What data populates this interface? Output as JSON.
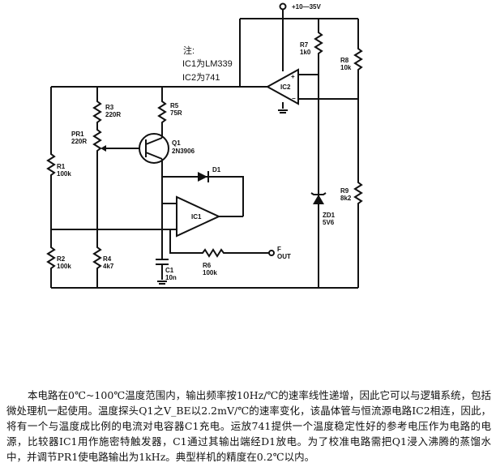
{
  "supply": "+10—35V",
  "note": {
    "title": "注:",
    "line1": "IC1为LM339",
    "line2": "IC2为741"
  },
  "components": {
    "R1": {
      "name": "R1",
      "value": "100k"
    },
    "R2": {
      "name": "R2",
      "value": "100k"
    },
    "R3": {
      "name": "R3",
      "value": "220R"
    },
    "R4": {
      "name": "R4",
      "value": "4k7"
    },
    "PR1": {
      "name": "PR1",
      "value": "220R"
    },
    "R5": {
      "name": "R5",
      "value": "75R"
    },
    "Q1": {
      "name": "Q1",
      "value": "2N3906"
    },
    "D1": {
      "name": "D1"
    },
    "IC1": {
      "name": "IC1"
    },
    "IC2": {
      "name": "IC2"
    },
    "R6": {
      "name": "R6",
      "value": "100k"
    },
    "C1": {
      "name": "C1",
      "value": "10n"
    },
    "R7": {
      "name": "R7",
      "value": "1k0"
    },
    "R8": {
      "name": "R8",
      "value": "10k"
    },
    "R9": {
      "name": "R9",
      "value": "8k2"
    },
    "ZD1": {
      "name": "ZD1",
      "value": "5V6"
    }
  },
  "output": {
    "line1": "F",
    "line2": "OUT"
  },
  "description": "本电路在0℃~100℃温度范围内，输出频率按10Hz/℃的速率线性递增，因此它可以与逻辑系统，包括微处理机一起使用。温度探头Q1之V_BE以2.2mV/℃的速率变化，该晶体管与恒流源电路IC2相连，因此，将有一个与温度成比例的电流对电容器C1充电。运放741提供一个温度稳定性好的参考电压作为电路的电源，比较器IC1用作施密特触发器，C1通过其输出端经D1放电。为了校准电路需把Q1浸入沸腾的蒸馏水中，并调节PR1使电路输出为1kHz。典型样机的精度在0.2℃以内。"
}
